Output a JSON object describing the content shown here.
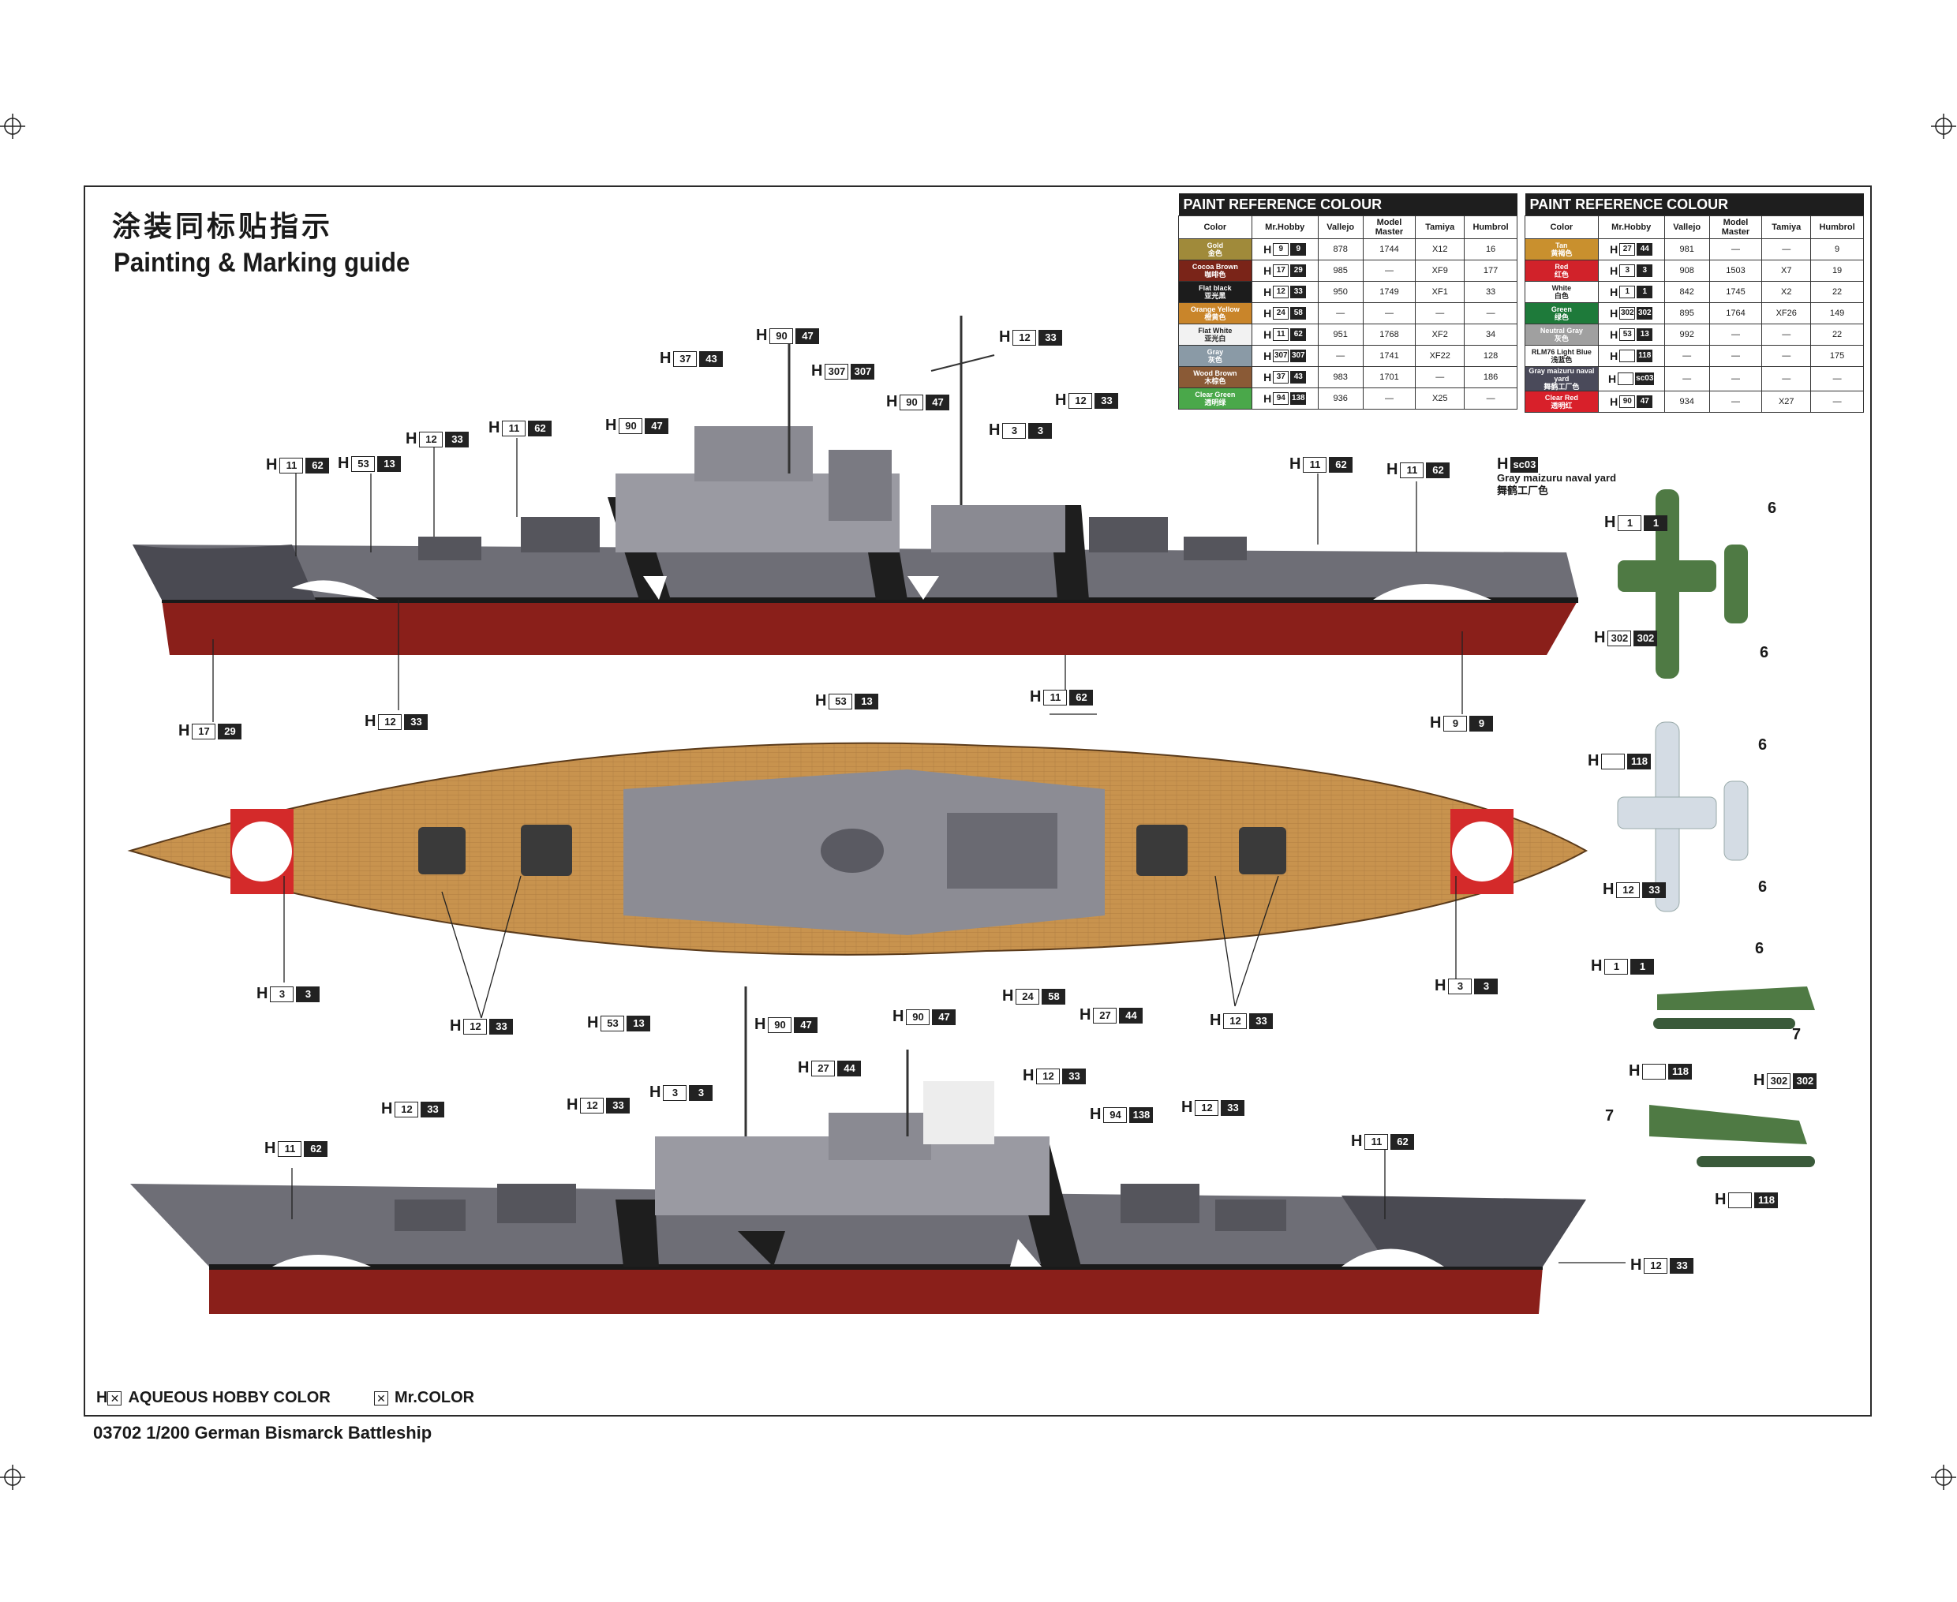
{
  "title_cn": "涂装同标贴指示",
  "title_en": "Painting & Marking guide",
  "footer": "03702 1/200 German Bismarck Battleship",
  "legend": {
    "aqueous_label": "AQUEOUS HOBBY COLOR",
    "aqueous_prefix": "H",
    "mr_label": "Mr.COLOR"
  },
  "table_header": "PAINT  REFERENCE COLOUR",
  "table_columns": [
    "Color",
    "Mr.Hobby",
    "Vallejo",
    "Model Master",
    "Tamiya",
    "Humbrol"
  ],
  "paint_left": [
    {
      "name": "Gold",
      "cn": "金色",
      "color": "#a08a3a",
      "h1": "9",
      "h2": "9",
      "vallejo": "878",
      "mm": "1744",
      "tamiya": "X12",
      "humbrol": "16"
    },
    {
      "name": "Cocoa Brown",
      "cn": "咖啡色",
      "color": "#7a2418",
      "h1": "17",
      "h2": "29",
      "vallejo": "985",
      "mm": "—",
      "tamiya": "XF9",
      "humbrol": "177"
    },
    {
      "name": "Flat black",
      "cn": "亚光黑",
      "color": "#1c1c1c",
      "h1": "12",
      "h2": "33",
      "vallejo": "950",
      "mm": "1749",
      "tamiya": "XF1",
      "humbrol": "33"
    },
    {
      "name": "Orange Yellow",
      "cn": "橙黄色",
      "color": "#c9852a",
      "h1": "24",
      "h2": "58",
      "vallejo": "—",
      "mm": "—",
      "tamiya": "—",
      "humbrol": "—"
    },
    {
      "name": "Flat White",
      "cn": "亚光白",
      "color": "#f2f2f2",
      "h1": "11",
      "h2": "62",
      "vallejo": "951",
      "mm": "1768",
      "tamiya": "XF2",
      "humbrol": "34"
    },
    {
      "name": "Gray",
      "cn": "灰色",
      "color": "#8a9aa6",
      "h1": "307",
      "h2": "307",
      "vallejo": "—",
      "mm": "1741",
      "tamiya": "XF22",
      "humbrol": "128"
    },
    {
      "name": "Wood Brown",
      "cn": "木棕色",
      "color": "#8a5a36",
      "h1": "37",
      "h2": "43",
      "vallejo": "983",
      "mm": "1701",
      "tamiya": "—",
      "humbrol": "186"
    },
    {
      "name": "Clear Green",
      "cn": "透明绿",
      "color": "#4aa84a",
      "h1": "94",
      "h2": "138",
      "vallejo": "936",
      "mm": "—",
      "tamiya": "X25",
      "humbrol": "—"
    }
  ],
  "paint_right": [
    {
      "name": "Tan",
      "cn": "黄褐色",
      "color": "#c9902e",
      "h1": "27",
      "h2": "44",
      "vallejo": "981",
      "mm": "—",
      "tamiya": "—",
      "humbrol": "9"
    },
    {
      "name": "Red",
      "cn": "红色",
      "color": "#d1222a",
      "h1": "3",
      "h2": "3",
      "vallejo": "908",
      "mm": "1503",
      "tamiya": "X7",
      "humbrol": "19"
    },
    {
      "name": "White",
      "cn": "白色",
      "color": "#ffffff",
      "h1": "1",
      "h2": "1",
      "vallejo": "842",
      "mm": "1745",
      "tamiya": "X2",
      "humbrol": "22"
    },
    {
      "name": "Green",
      "cn": "绿色",
      "color": "#1e7a3a",
      "h1": "302",
      "h2": "302",
      "vallejo": "895",
      "mm": "1764",
      "tamiya": "XF26",
      "humbrol": "149"
    },
    {
      "name": "Neutral Gray",
      "cn": "灰色",
      "color": "#a0a0a0",
      "h1": "53",
      "h2": "13",
      "vallejo": "992",
      "mm": "—",
      "tamiya": "—",
      "humbrol": "22"
    },
    {
      "name": "RLM76 Light Blue",
      "cn": "浅蓝色",
      "color": "#ffffff",
      "h1": "",
      "h2": "118",
      "vallejo": "—",
      "mm": "—",
      "tamiya": "—",
      "humbrol": "175"
    },
    {
      "name": "Gray maizuru naval yard",
      "cn": "舞鹤工厂色",
      "color": "#4a4a5a",
      "h1": "",
      "h2": "sc03",
      "vallejo": "—",
      "mm": "—",
      "tamiya": "—",
      "humbrol": "—"
    },
    {
      "name": "Clear Red",
      "cn": "透明红",
      "color": "#d8202a",
      "h1": "90",
      "h2": "47",
      "vallejo": "934",
      "mm": "—",
      "tamiya": "X27",
      "humbrol": "—"
    }
  ],
  "yard_note": {
    "line1": "Gray maizuru naval yard",
    "line2": "舞鹤工厂色",
    "code": "sc03"
  },
  "callouts": [
    {
      "id": "c1",
      "a": "90",
      "b": "47"
    },
    {
      "id": "c2",
      "a": "12",
      "b": "33"
    },
    {
      "id": "c3",
      "a": "37",
      "b": "43"
    },
    {
      "id": "c4",
      "a": "307",
      "b": "307"
    },
    {
      "id": "c5",
      "a": "90",
      "b": "47"
    },
    {
      "id": "c6",
      "a": "12",
      "b": "33"
    },
    {
      "id": "c7",
      "a": "12",
      "b": "33"
    },
    {
      "id": "c8",
      "a": "11",
      "b": "62"
    },
    {
      "id": "c9",
      "a": "90",
      "b": "47"
    },
    {
      "id": "c10",
      "a": "3",
      "b": "3"
    },
    {
      "id": "c11",
      "a": "11",
      "b": "62"
    },
    {
      "id": "c12",
      "a": "53",
      "b": "13"
    },
    {
      "id": "c13",
      "a": "11",
      "b": "62"
    },
    {
      "id": "c14",
      "a": "11",
      "b": "62"
    },
    {
      "id": "c15",
      "a": "17",
      "b": "29"
    },
    {
      "id": "c16",
      "a": "12",
      "b": "33"
    },
    {
      "id": "c17",
      "a": "11",
      "b": "62"
    },
    {
      "id": "c18",
      "a": "9",
      "b": "9"
    },
    {
      "id": "c19",
      "a": "53",
      "b": "13"
    },
    {
      "id": "c20",
      "a": "3",
      "b": "3"
    },
    {
      "id": "c21",
      "a": "3",
      "b": "3"
    },
    {
      "id": "c22",
      "a": "24",
      "b": "58"
    },
    {
      "id": "c23",
      "a": "27",
      "b": "44"
    },
    {
      "id": "c24",
      "a": "12",
      "b": "33"
    },
    {
      "id": "c25",
      "a": "12",
      "b": "33"
    },
    {
      "id": "c26",
      "a": "53",
      "b": "13"
    },
    {
      "id": "c27",
      "a": "90",
      "b": "47"
    },
    {
      "id": "c28",
      "a": "90",
      "b": "47"
    },
    {
      "id": "c29",
      "a": "27",
      "b": "44"
    },
    {
      "id": "c30",
      "a": "12",
      "b": "33"
    },
    {
      "id": "c31",
      "a": "12",
      "b": "33"
    },
    {
      "id": "c32",
      "a": "12",
      "b": "33"
    },
    {
      "id": "c33",
      "a": "3",
      "b": "3"
    },
    {
      "id": "c34",
      "a": "94",
      "b": "138"
    },
    {
      "id": "c35",
      "a": "12",
      "b": "33"
    },
    {
      "id": "c36",
      "a": "11",
      "b": "62"
    },
    {
      "id": "c37",
      "a": "11",
      "b": "62"
    },
    {
      "id": "c38",
      "a": "12",
      "b": "33"
    },
    {
      "id": "p1",
      "a": "1",
      "b": "1"
    },
    {
      "id": "p2",
      "a": "302",
      "b": "302"
    },
    {
      "id": "p3",
      "a": "",
      "b": "118"
    },
    {
      "id": "p4",
      "a": "12",
      "b": "33"
    },
    {
      "id": "p5",
      "a": "1",
      "b": "1"
    },
    {
      "id": "p6",
      "a": "",
      "b": "118"
    },
    {
      "id": "p7",
      "a": "302",
      "b": "302"
    },
    {
      "id": "p8",
      "a": "",
      "b": "118"
    }
  ],
  "decal_numbers": [
    "6",
    "6",
    "6",
    "6",
    "6",
    "7",
    "7"
  ],
  "colors": {
    "hull_gray": "#6e6e76",
    "hull_red": "#8a1f1a",
    "deck_wood": "#c8934e",
    "dark": "#2a2a2a"
  }
}
